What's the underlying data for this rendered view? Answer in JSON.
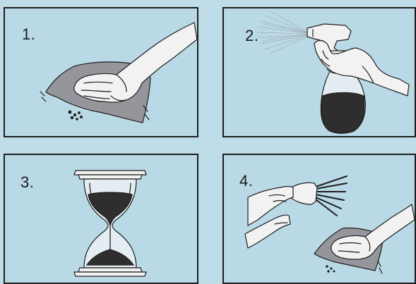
{
  "panels": [
    {
      "number": "1.",
      "icon": "wipe-dust-icon"
    },
    {
      "number": "2.",
      "icon": "spray-bottle-icon"
    },
    {
      "number": "3.",
      "icon": "hourglass-icon"
    },
    {
      "number": "4.",
      "icon": "rinse-and-wipe-icon"
    }
  ],
  "colors": {
    "background": "#bfdde8",
    "border": "#1e1e1e",
    "cloth": "#95959c",
    "liquid": "#2e2e2e"
  }
}
